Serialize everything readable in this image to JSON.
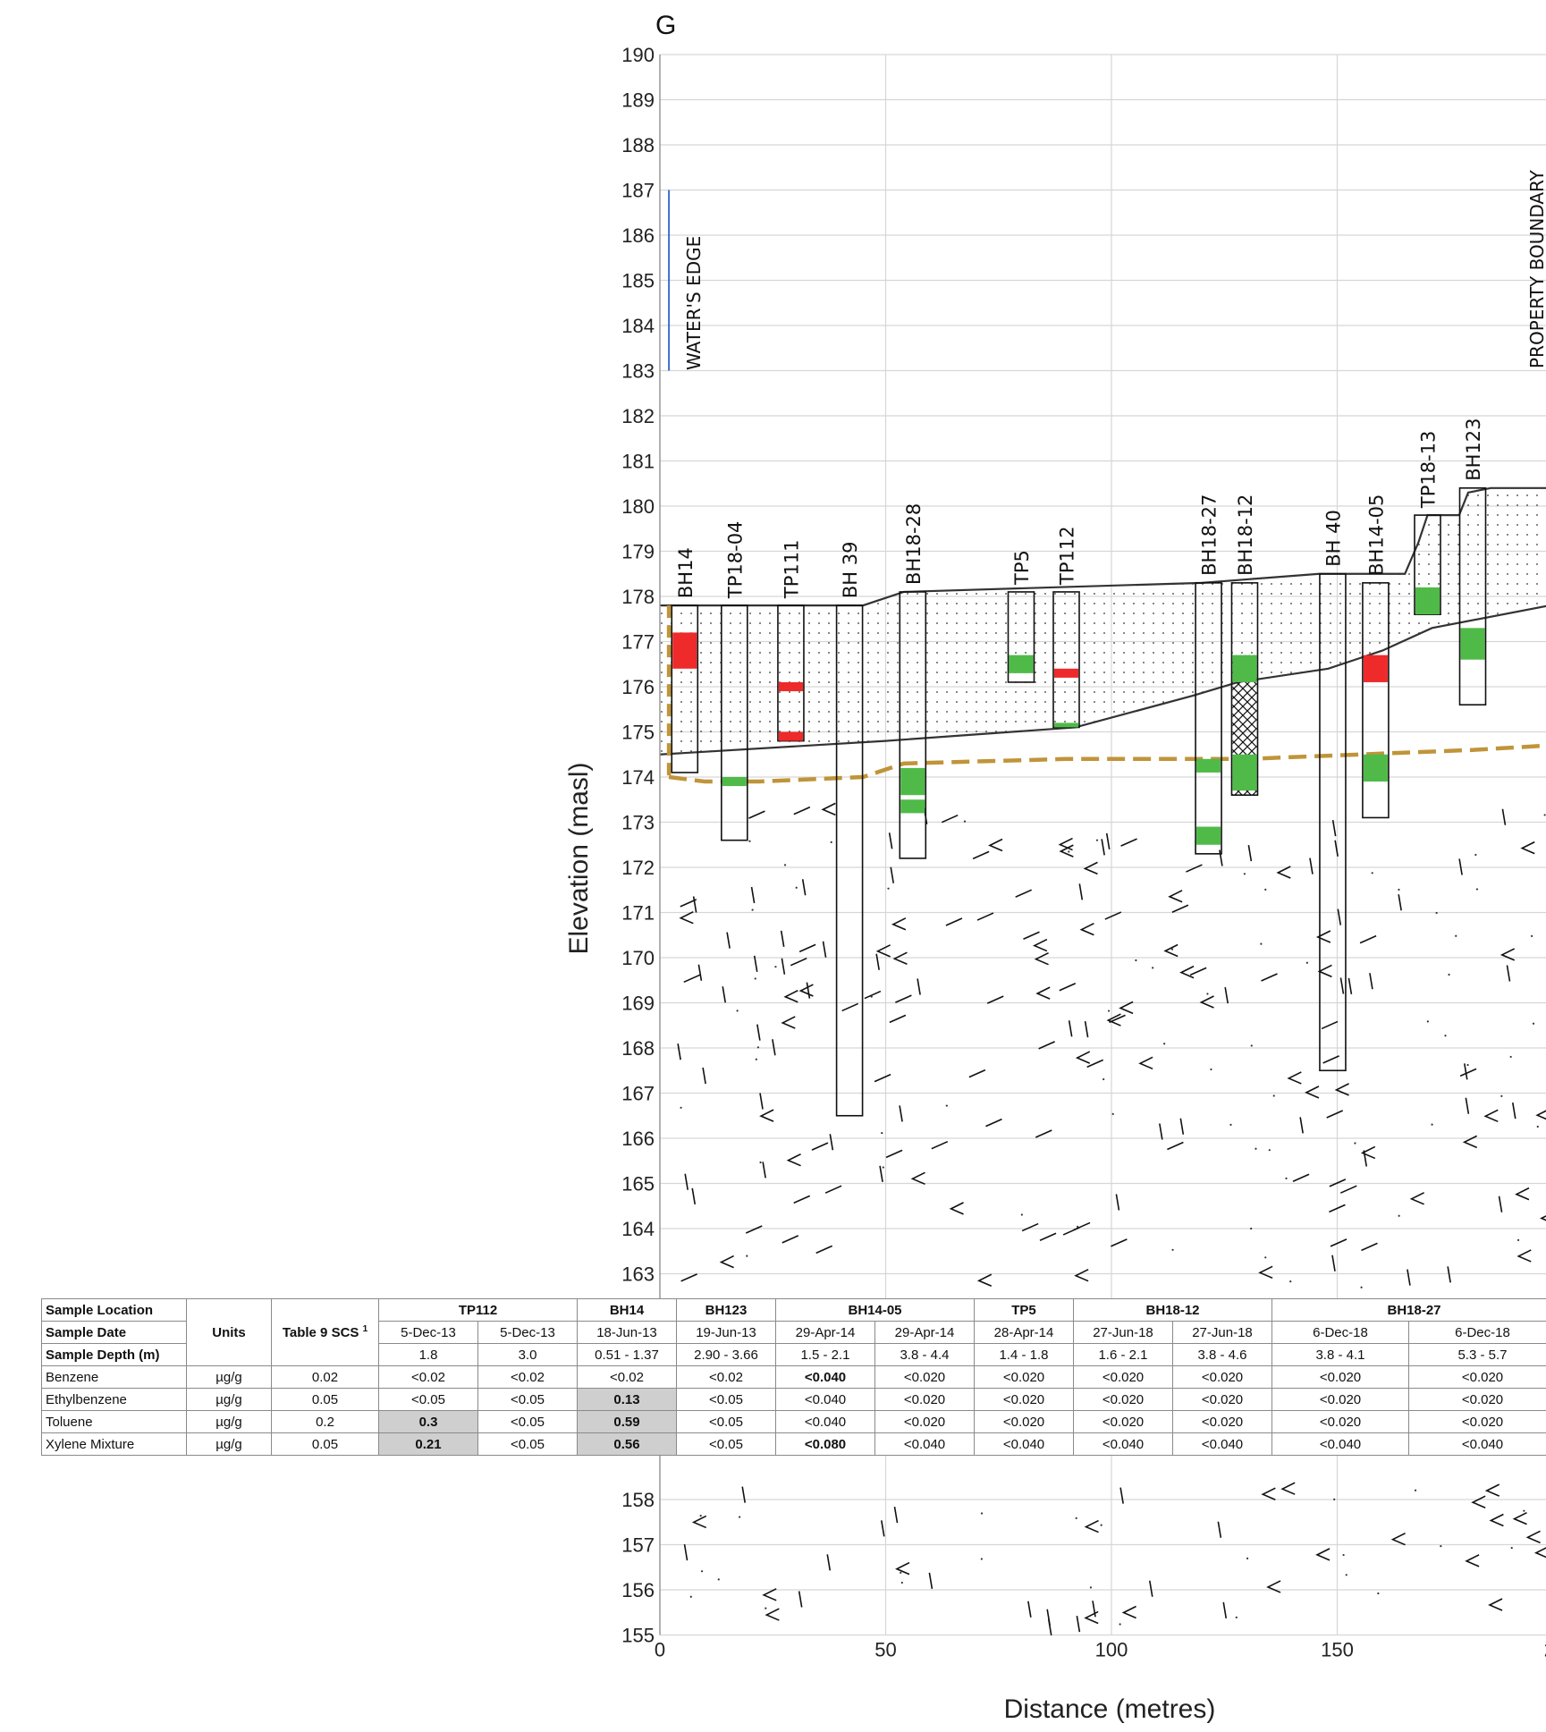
{
  "section_label": "G",
  "axes": {
    "ylabel": "Elevation (masl)",
    "xlabel": "Distance (metres)",
    "y_ticks": [
      "190",
      "189",
      "188",
      "187",
      "186",
      "185",
      "184",
      "183",
      "182",
      "181",
      "180",
      "179",
      "178",
      "177",
      "176",
      "175",
      "174",
      "173",
      "172",
      "171",
      "170",
      "169",
      "168",
      "167",
      "166",
      "165",
      "164",
      "163",
      "158",
      "157",
      "156",
      "155"
    ],
    "x_ticks": [
      "0",
      "50",
      "100",
      "150",
      "2"
    ]
  },
  "annotations": {
    "waters_edge": "WATER'S EDGE",
    "property_boundary": "PROPERTY BOUNDARY"
  },
  "chart_data": {
    "type": "cross-section",
    "xlabel": "Distance (metres)",
    "ylabel": "Elevation (masl)",
    "ylim": [
      155,
      190
    ],
    "xlim": [
      0,
      197
    ],
    "waters_edge": {
      "x": 2,
      "y_top": 187,
      "y_bottom": 183
    },
    "ground_surface": [
      [
        0,
        177.8
      ],
      [
        45,
        177.8
      ],
      [
        54,
        178.1
      ],
      [
        120,
        178.3
      ],
      [
        146,
        178.5
      ],
      [
        152,
        178.5
      ],
      [
        165,
        178.5
      ],
      [
        168,
        179.2
      ],
      [
        170,
        179.8
      ],
      [
        177,
        179.8
      ],
      [
        179,
        180.3
      ],
      [
        184,
        180.4
      ],
      [
        197,
        180.4
      ]
    ],
    "fill_bottom": [
      [
        0,
        174.5
      ],
      [
        50,
        174.8
      ],
      [
        92,
        175.1
      ],
      [
        118,
        175.8
      ],
      [
        128,
        176.1
      ],
      [
        148,
        176.4
      ],
      [
        160,
        176.8
      ],
      [
        171,
        177.3
      ],
      [
        197,
        177.8
      ]
    ],
    "water_table": [
      [
        2,
        174.0
      ],
      [
        10,
        173.9
      ],
      [
        22,
        173.9
      ],
      [
        45,
        174.0
      ],
      [
        54,
        174.3
      ],
      [
        90,
        174.4
      ],
      [
        130,
        174.4
      ],
      [
        155,
        174.5
      ],
      [
        180,
        174.6
      ],
      [
        197,
        174.7
      ]
    ],
    "boreholes": [
      {
        "name": "BH14",
        "x": 5.5,
        "top": 177.8,
        "bottom": 174.1,
        "intervals": [
          {
            "top": 177.2,
            "bottom": 176.4,
            "status": "exceed"
          }
        ]
      },
      {
        "name": "TP18-04",
        "x": 16.5,
        "top": 177.8,
        "bottom": 172.6,
        "intervals": [
          {
            "top": 174.0,
            "bottom": 173.8,
            "status": "meets"
          }
        ]
      },
      {
        "name": "TP111",
        "x": 29,
        "top": 177.8,
        "bottom": 174.8,
        "intervals": [
          {
            "top": 176.1,
            "bottom": 175.9,
            "status": "exceed"
          },
          {
            "top": 175.0,
            "bottom": 174.8,
            "status": "exceed"
          }
        ]
      },
      {
        "name": "BH 39",
        "x": 42,
        "top": 177.8,
        "bottom": 166.5,
        "intervals": []
      },
      {
        "name": "BH18-28",
        "x": 56,
        "top": 178.1,
        "bottom": 172.2,
        "intervals": [
          {
            "top": 174.2,
            "bottom": 173.6,
            "status": "meets"
          },
          {
            "top": 173.5,
            "bottom": 173.2,
            "status": "meets"
          }
        ]
      },
      {
        "name": "TP5",
        "x": 80,
        "top": 178.1,
        "bottom": 176.1,
        "intervals": [
          {
            "top": 176.7,
            "bottom": 176.3,
            "status": "meets"
          }
        ]
      },
      {
        "name": "TP112",
        "x": 90,
        "top": 178.1,
        "bottom": 175.1,
        "intervals": [
          {
            "top": 176.4,
            "bottom": 176.2,
            "status": "exceed"
          },
          {
            "top": 175.2,
            "bottom": 175.1,
            "status": "meets"
          }
        ]
      },
      {
        "name": "BH18-27",
        "x": 121.5,
        "top": 178.3,
        "bottom": 172.3,
        "intervals": [
          {
            "top": 174.4,
            "bottom": 174.1,
            "status": "meets"
          },
          {
            "top": 172.9,
            "bottom": 172.5,
            "status": "meets"
          }
        ]
      },
      {
        "name": "BH18-12",
        "x": 129.5,
        "top": 178.3,
        "bottom": 173.6,
        "intervals": [
          {
            "top": 176.7,
            "bottom": 173.6,
            "status": "hatched"
          },
          {
            "top": 176.7,
            "bottom": 176.1,
            "status": "meets"
          },
          {
            "top": 174.5,
            "bottom": 173.7,
            "status": "meets"
          }
        ]
      },
      {
        "name": "BH 40",
        "x": 149,
        "top": 178.5,
        "bottom": 167.5,
        "intervals": []
      },
      {
        "name": "BH14-05",
        "x": 158.5,
        "top": 178.3,
        "bottom": 173.1,
        "intervals": [
          {
            "top": 176.7,
            "bottom": 176.1,
            "status": "exceed"
          },
          {
            "top": 174.5,
            "bottom": 173.9,
            "status": "meets"
          }
        ]
      },
      {
        "name": "TP18-13",
        "x": 170,
        "top": 179.8,
        "bottom": 177.6,
        "intervals": [
          {
            "top": 178.2,
            "bottom": 177.6,
            "status": "meets"
          }
        ]
      },
      {
        "name": "BH123",
        "x": 180,
        "top": 180.4,
        "bottom": 175.6,
        "intervals": [
          {
            "top": 177.3,
            "bottom": 176.6,
            "status": "meets"
          }
        ]
      }
    ]
  },
  "table": {
    "row_labels": [
      "Sample Location",
      "Sample Date",
      "Sample Depth (m)"
    ],
    "units_header": "Units",
    "scs_header": "Table 9 SCS",
    "scs_sup": "1",
    "groups": [
      {
        "label": "TP112",
        "span": 2
      },
      {
        "label": "BH14",
        "span": 1
      },
      {
        "label": "BH123",
        "span": 1
      },
      {
        "label": "BH14-05",
        "span": 2
      },
      {
        "label": "TP5",
        "span": 1
      },
      {
        "label": "BH18-12",
        "span": 2
      },
      {
        "label": "BH18-27",
        "span": 2
      }
    ],
    "dates": [
      "5-Dec-13",
      "5-Dec-13",
      "18-Jun-13",
      "19-Jun-13",
      "29-Apr-14",
      "29-Apr-14",
      "28-Apr-14",
      "27-Jun-18",
      "27-Jun-18",
      "6-Dec-18",
      "6-Dec-18"
    ],
    "depths": [
      "1.8",
      "3.0",
      "0.51 - 1.37",
      "2.90 - 3.66",
      "1.5 - 2.1",
      "3.8 - 4.4",
      "1.4 - 1.8",
      "1.6 - 2.1",
      "3.8 - 4.6",
      "3.8 - 4.1",
      "5.3 - 5.7"
    ],
    "params": [
      {
        "name": "Benzene",
        "units": "µg/g",
        "scs": "0.02",
        "values": [
          "<0.02",
          "<0.02",
          "<0.02",
          "<0.02",
          "<0.040",
          "<0.020",
          "<0.020",
          "<0.020",
          "<0.020",
          "<0.020",
          "<0.020"
        ],
        "flags": [
          "",
          "",
          "",
          "",
          "bold",
          "",
          "",
          "",
          "",
          "",
          ""
        ]
      },
      {
        "name": "Ethylbenzene",
        "units": "µg/g",
        "scs": "0.05",
        "values": [
          "<0.05",
          "<0.05",
          "0.13",
          "<0.05",
          "<0.040",
          "<0.020",
          "<0.020",
          "<0.020",
          "<0.020",
          "<0.020",
          "<0.020"
        ],
        "flags": [
          "",
          "",
          "exceed",
          "",
          "",
          "",
          "",
          "",
          "",
          "",
          ""
        ]
      },
      {
        "name": "Toluene",
        "units": "µg/g",
        "scs": "0.2",
        "values": [
          "0.3",
          "<0.05",
          "0.59",
          "<0.05",
          "<0.040",
          "<0.020",
          "<0.020",
          "<0.020",
          "<0.020",
          "<0.020",
          "<0.020"
        ],
        "flags": [
          "exceed",
          "",
          "exceed",
          "",
          "",
          "",
          "",
          "",
          "",
          "",
          ""
        ]
      },
      {
        "name": "Xylene Mixture",
        "units": "µg/g",
        "scs": "0.05",
        "values": [
          "0.21",
          "<0.05",
          "0.56",
          "<0.05",
          "<0.080",
          "<0.040",
          "<0.040",
          "<0.040",
          "<0.040",
          "<0.040",
          "<0.040"
        ],
        "flags": [
          "exceed",
          "",
          "exceed",
          "",
          "bold",
          "",
          "",
          "",
          "",
          "",
          ""
        ]
      }
    ]
  }
}
